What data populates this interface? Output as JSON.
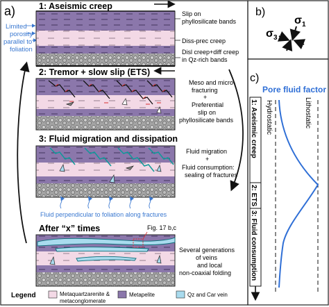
{
  "panel_a": {
    "label": "a)",
    "blue_note": [
      "Limited",
      "porosity",
      "parallel to",
      "foliation"
    ],
    "stages": [
      {
        "title": "1: Aseismic creep",
        "notes": [
          "Slip on",
          "phyllosilicate bands",
          "Diss-prec creep",
          "Disl creep+diff creep",
          "in Qz-rich bands"
        ]
      },
      {
        "title": "2: Tremor + slow slip (ETS)",
        "notes": [
          "Meso and micro-",
          "fracturing",
          "+",
          "Preferential",
          "slip on",
          "phyllosilicate  bands"
        ]
      },
      {
        "title": "3: Fluid migration and dissipation",
        "notes": [
          "Fluid migration",
          "+",
          "Fluid consumption:",
          "sealing of fractures"
        ]
      },
      {
        "title": "After “x” times",
        "notes": [
          "Several generations",
          "of veins",
          "and local",
          "non-coaxial folding"
        ]
      }
    ],
    "fluid_note": "Fluid perpendicular to foliation along fractures",
    "fig_ref": "Fig. 17 b,c"
  },
  "legend": {
    "title": "Legend",
    "items": [
      {
        "label": [
          "Metaquartzarenite &",
          "metaconglomerate"
        ],
        "color": "#f3d9e6"
      },
      {
        "label": [
          "Metapelite"
        ],
        "color": "#8b77ab"
      },
      {
        "label": [
          "Qz and Car vein"
        ],
        "color": "#a9dbee"
      }
    ]
  },
  "panel_b": {
    "label": "b)",
    "sigma1": "σ",
    "sigma1_sub": "1",
    "sigma3": "σ",
    "sigma3_sub": "3"
  },
  "panel_c": {
    "label": "c)",
    "title": "Pore fluid factor",
    "hydrostatic": "Hydrostatic",
    "lithostatic": "Lithostatic",
    "stages": [
      "1: Aseismic creep",
      "2: ETS",
      "3: Fluid consumption"
    ],
    "curve_color": "#2f6fd6"
  },
  "colors": {
    "pelite": "#8b77ab",
    "quartzite": "#f3d9e6",
    "conglomerate": "#9a9a9a",
    "vein": "#a9dbee",
    "fracture": "#0e9a9a",
    "blue_text": "#3a78d0",
    "red": "#d93030"
  }
}
